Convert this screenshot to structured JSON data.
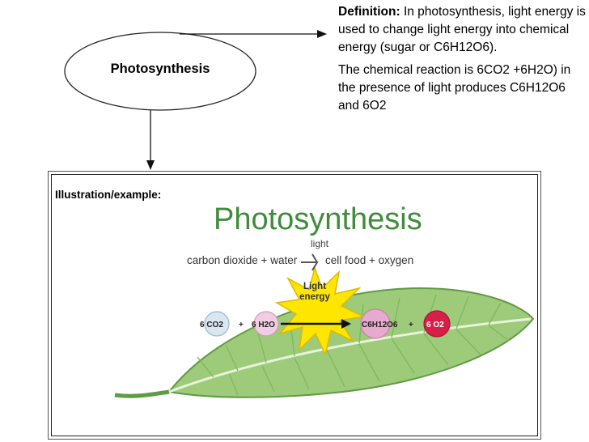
{
  "concept": {
    "title": "Photosynthesis"
  },
  "definition": {
    "label": "Definition:",
    "text": "In photosynthesis, light energy is used to change light energy into chemical energy (sugar or C6H12O6).",
    "reaction": "The chemical reaction is 6CO2 +6H2O) in the presence of light produces C6H12O6 and 6O2"
  },
  "illustration": {
    "label": "Illustration/example:",
    "title": "Photosynthesis",
    "word_equation": {
      "left": "carbon dioxide + water",
      "arrow_label": "light",
      "right": "cell food + oxygen"
    },
    "light_energy": {
      "line1": "Light",
      "line2": "energy"
    },
    "molecules": {
      "co2": "6 CO2",
      "plus1": "+",
      "h2o": "6 H2O",
      "glucose": "C6H12O6",
      "plus2": "+",
      "o2": "6 O2"
    }
  },
  "colors": {
    "leaf": "#9ecb7a",
    "leaf_dark": "#5f9a45",
    "title_green": "#3f8c3a",
    "sun": "#ffe600",
    "co2_ball": "#d9e7f2",
    "h2o_ball": "#f1cde3",
    "glucose_ball": "#e8a9cf",
    "o2_ball": "#d62048"
  }
}
